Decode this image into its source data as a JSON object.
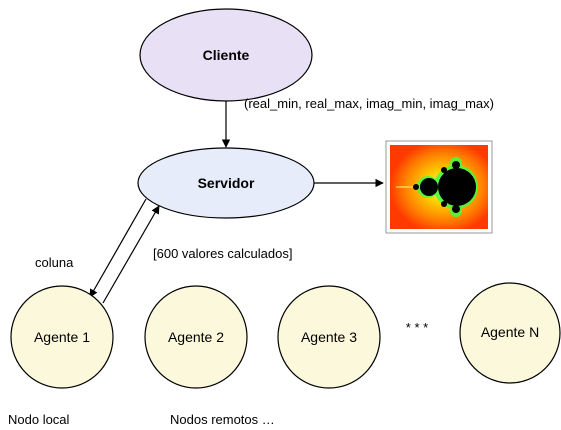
{
  "colors": {
    "cliente_fill": "#e8e0f5",
    "servidor_fill": "#e6ecfa",
    "agente_fill": "#fbf8dc",
    "stroke": "#000000",
    "fractal_background": "#ff3a00",
    "fractal_glow": "#ffd000",
    "fractal_edge": "#40ff40",
    "fractal_set": "#000000"
  },
  "nodes": {
    "cliente": "Cliente",
    "servidor": "Servidor",
    "agentes": [
      "Agente 1",
      "Agente 2",
      "Agente 3",
      "Agente N"
    ]
  },
  "labels": {
    "request_params": "(real_min, real_max, imag_min, imag_max)",
    "coluna": "coluna",
    "valores": "[600 valores calculados]",
    "ellipsis": "* * *",
    "nodo_local": "Nodo local",
    "nodos_remotos": "Nodos remotos …"
  },
  "icons": {
    "fractal_image": "mandelbrot-set-icon"
  }
}
